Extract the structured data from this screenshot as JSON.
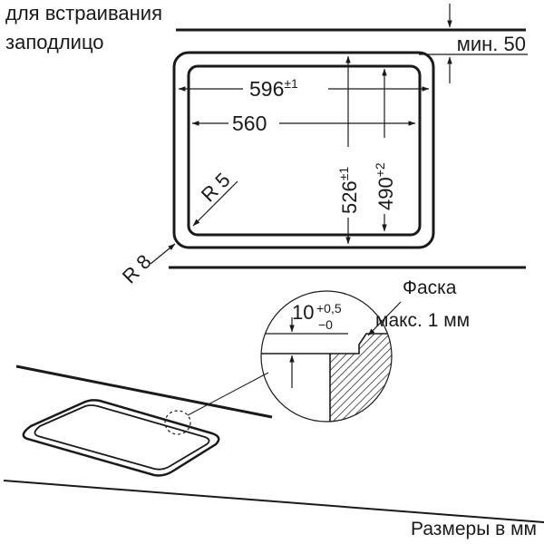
{
  "heading": {
    "line1": "для встраивания",
    "line2": "заподлицо"
  },
  "dimensions": {
    "min_clearance": "мин. 50",
    "outer_width": "596",
    "outer_width_tol": "±1",
    "inner_width": "560",
    "outer_depth": "526",
    "outer_depth_tol": "±1",
    "inner_depth": "490",
    "inner_depth_tol": "+2",
    "inner_radius": "R 5",
    "outer_radius": "R 8"
  },
  "detail": {
    "recess_depth": "10",
    "recess_tol_plus": "+0,5",
    "recess_tol_minus": "−0",
    "chamfer_label": "Фаска",
    "chamfer_value": "макс. 1 мм"
  },
  "footer": {
    "units_note": "Размеры в мм"
  },
  "colors": {
    "line": "#1a1a1a",
    "background": "#ffffff"
  }
}
